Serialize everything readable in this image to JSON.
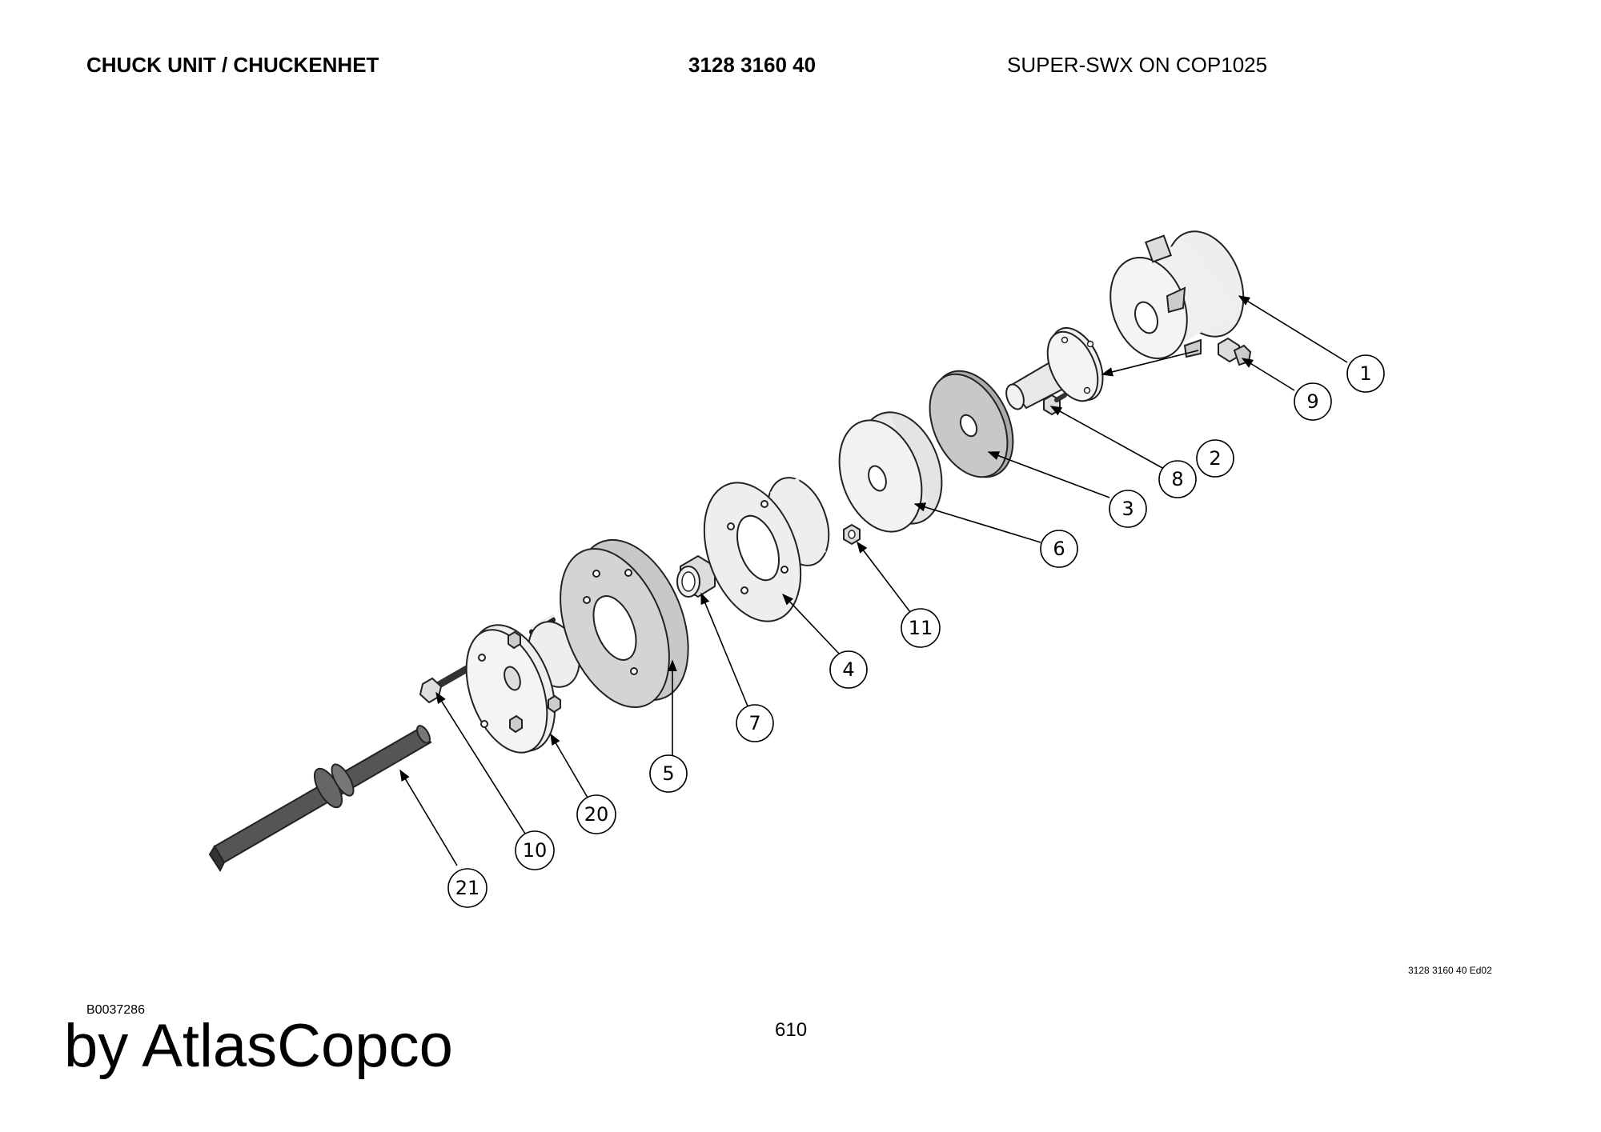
{
  "header": {
    "title": "CHUCK UNIT / CHUCKENHET",
    "part_number": "3128 3160 40",
    "model": "SUPER-SWX ON COP1025"
  },
  "footer": {
    "drawing_id": "3128 3160 40 Ed02",
    "doc_code": "B0037286",
    "page": "610",
    "brand": "by AtlasCopco"
  },
  "callouts": [
    {
      "id": "c1",
      "label": "1"
    },
    {
      "id": "c2",
      "label": "2"
    },
    {
      "id": "c3",
      "label": "3"
    },
    {
      "id": "c4",
      "label": "4"
    },
    {
      "id": "c5",
      "label": "5"
    },
    {
      "id": "c6",
      "label": "6"
    },
    {
      "id": "c7",
      "label": "7"
    },
    {
      "id": "c8",
      "label": "8"
    },
    {
      "id": "c9",
      "label": "9"
    },
    {
      "id": "c10",
      "label": "10"
    },
    {
      "id": "c11",
      "label": "11"
    },
    {
      "id": "c20",
      "label": "20"
    },
    {
      "id": "c21",
      "label": "21"
    }
  ]
}
